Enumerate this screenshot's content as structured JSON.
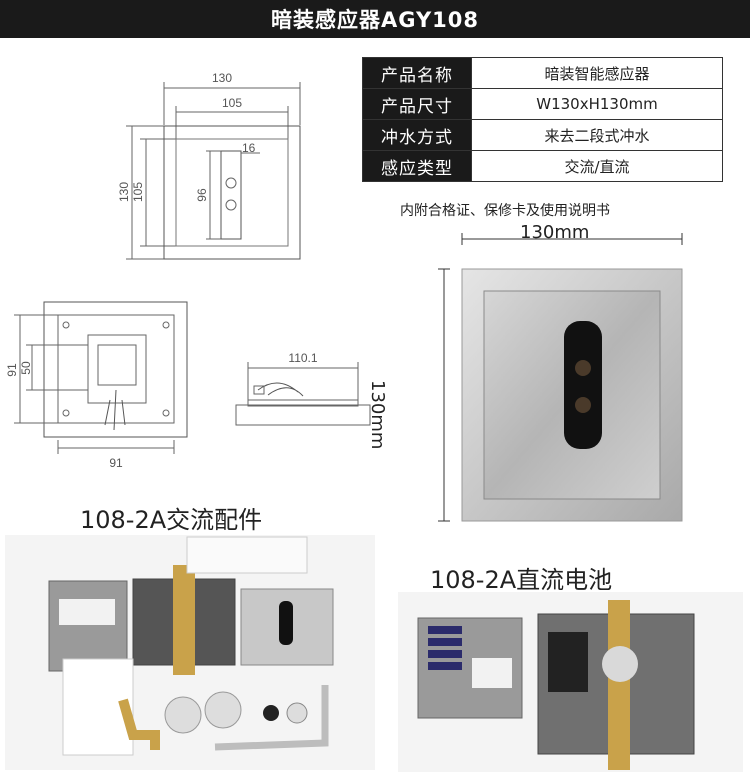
{
  "title": "暗装感应器AGY108",
  "specs": [
    {
      "key": "产品名称",
      "value": "暗装智能感应器"
    },
    {
      "key": "产品尺寸",
      "value": "W130xH130mm"
    },
    {
      "key": "冲水方式",
      "value": "来去二段式冲水"
    },
    {
      "key": "感应类型",
      "value": "交流/直流"
    }
  ],
  "note": "内附合格证、保修卡及使用说明书",
  "dims": {
    "top_width": "130",
    "top_inner": "105",
    "top_slot": "16",
    "top_height": "130",
    "top_inner_h": "105",
    "top_slot_h": "96",
    "back_h1": "91",
    "back_h2": "50",
    "back_w": "91",
    "side_w": "110.1",
    "photo_w": "130mm",
    "photo_h": "130mm"
  },
  "labels": {
    "ac": "108-2A交流配件",
    "dc": "108-2A直流电池"
  },
  "colors": {
    "title_bg": "#1a1a1a",
    "metal": "#b8b8b8",
    "sensor": "#111111"
  }
}
